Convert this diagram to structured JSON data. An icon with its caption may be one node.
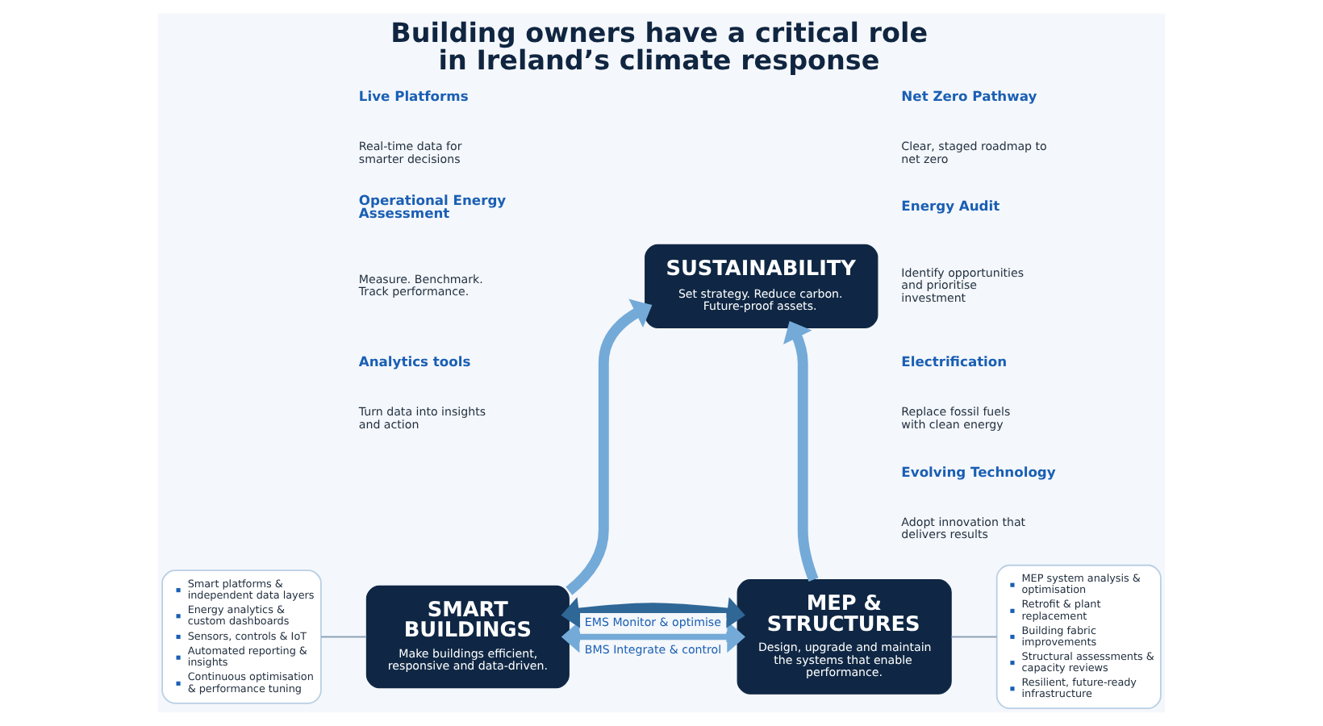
{
  "diagram": {
    "title": "Building owners have a critical role in Ireland’s climate response",
    "nodes": [
      {
        "text": [
          "SUSTAINABILITY",
          "Set strategy. Reduce carbon. Future-proof assets."
        ]
      },
      {
        "text": [
          "Smart platforms & independent data layers",
          "Energy analytics & custom dashboards",
          "Sensors, controls & IoT",
          "Automated reporting & insights",
          "Continuous optimisation & performance tuning"
        ]
      },
      {
        "text": [
          "SMART BUILDINGS",
          "Make buildings efficient, responsive and data-driven."
        ]
      },
      {
        "text": [
          "MEP & STRUCTURES",
          "Design, upgrade and maintain the systems that enable performance."
        ]
      },
      {
        "text": [
          "MEP system analysis & optimisation",
          "Retrofit & plant replacement",
          "Building fabric improvements",
          "Structural assessments & capacity reviews",
          "Resilient, future-ready infrastructure"
        ]
      }
    ],
    "edges": [
      {
        "from": 2,
        "to": 0,
        "arrow": "to"
      },
      {
        "from": 3,
        "to": 0,
        "arrow": "to"
      },
      {
        "from": 2,
        "to": 3,
        "arrow": "both",
        "label": "BMS Integrate & control"
      },
      {
        "from": 2,
        "to": 3,
        "arrow": "both",
        "label": "EMS Monitor & optimise",
        "color": "#2f6797"
      },
      {
        "from": 1,
        "to": 2,
        "arrow": "none",
        "color": "#8da2b8"
      },
      {
        "from": 3,
        "to": 4,
        "arrow": "none",
        "color": "#8da2b8"
      }
    ],
    "labels": [
      "Live Platforms",
      "Real-time data for smarter decisions",
      "Operational Energy Assessment",
      "Measure. Benchmark. Track performance.",
      "Analytics tools",
      "Turn data into insights and action",
      "Net Zero Pathway",
      "Clear, staged roadmap to net zero",
      "Energy Audit",
      "Identify opportunities and prioritise investment",
      "Electrification",
      "Replace fossil fuels with clean energy",
      "Evolving Technology",
      "Adopt innovation that delivers results"
    ]
  }
}
